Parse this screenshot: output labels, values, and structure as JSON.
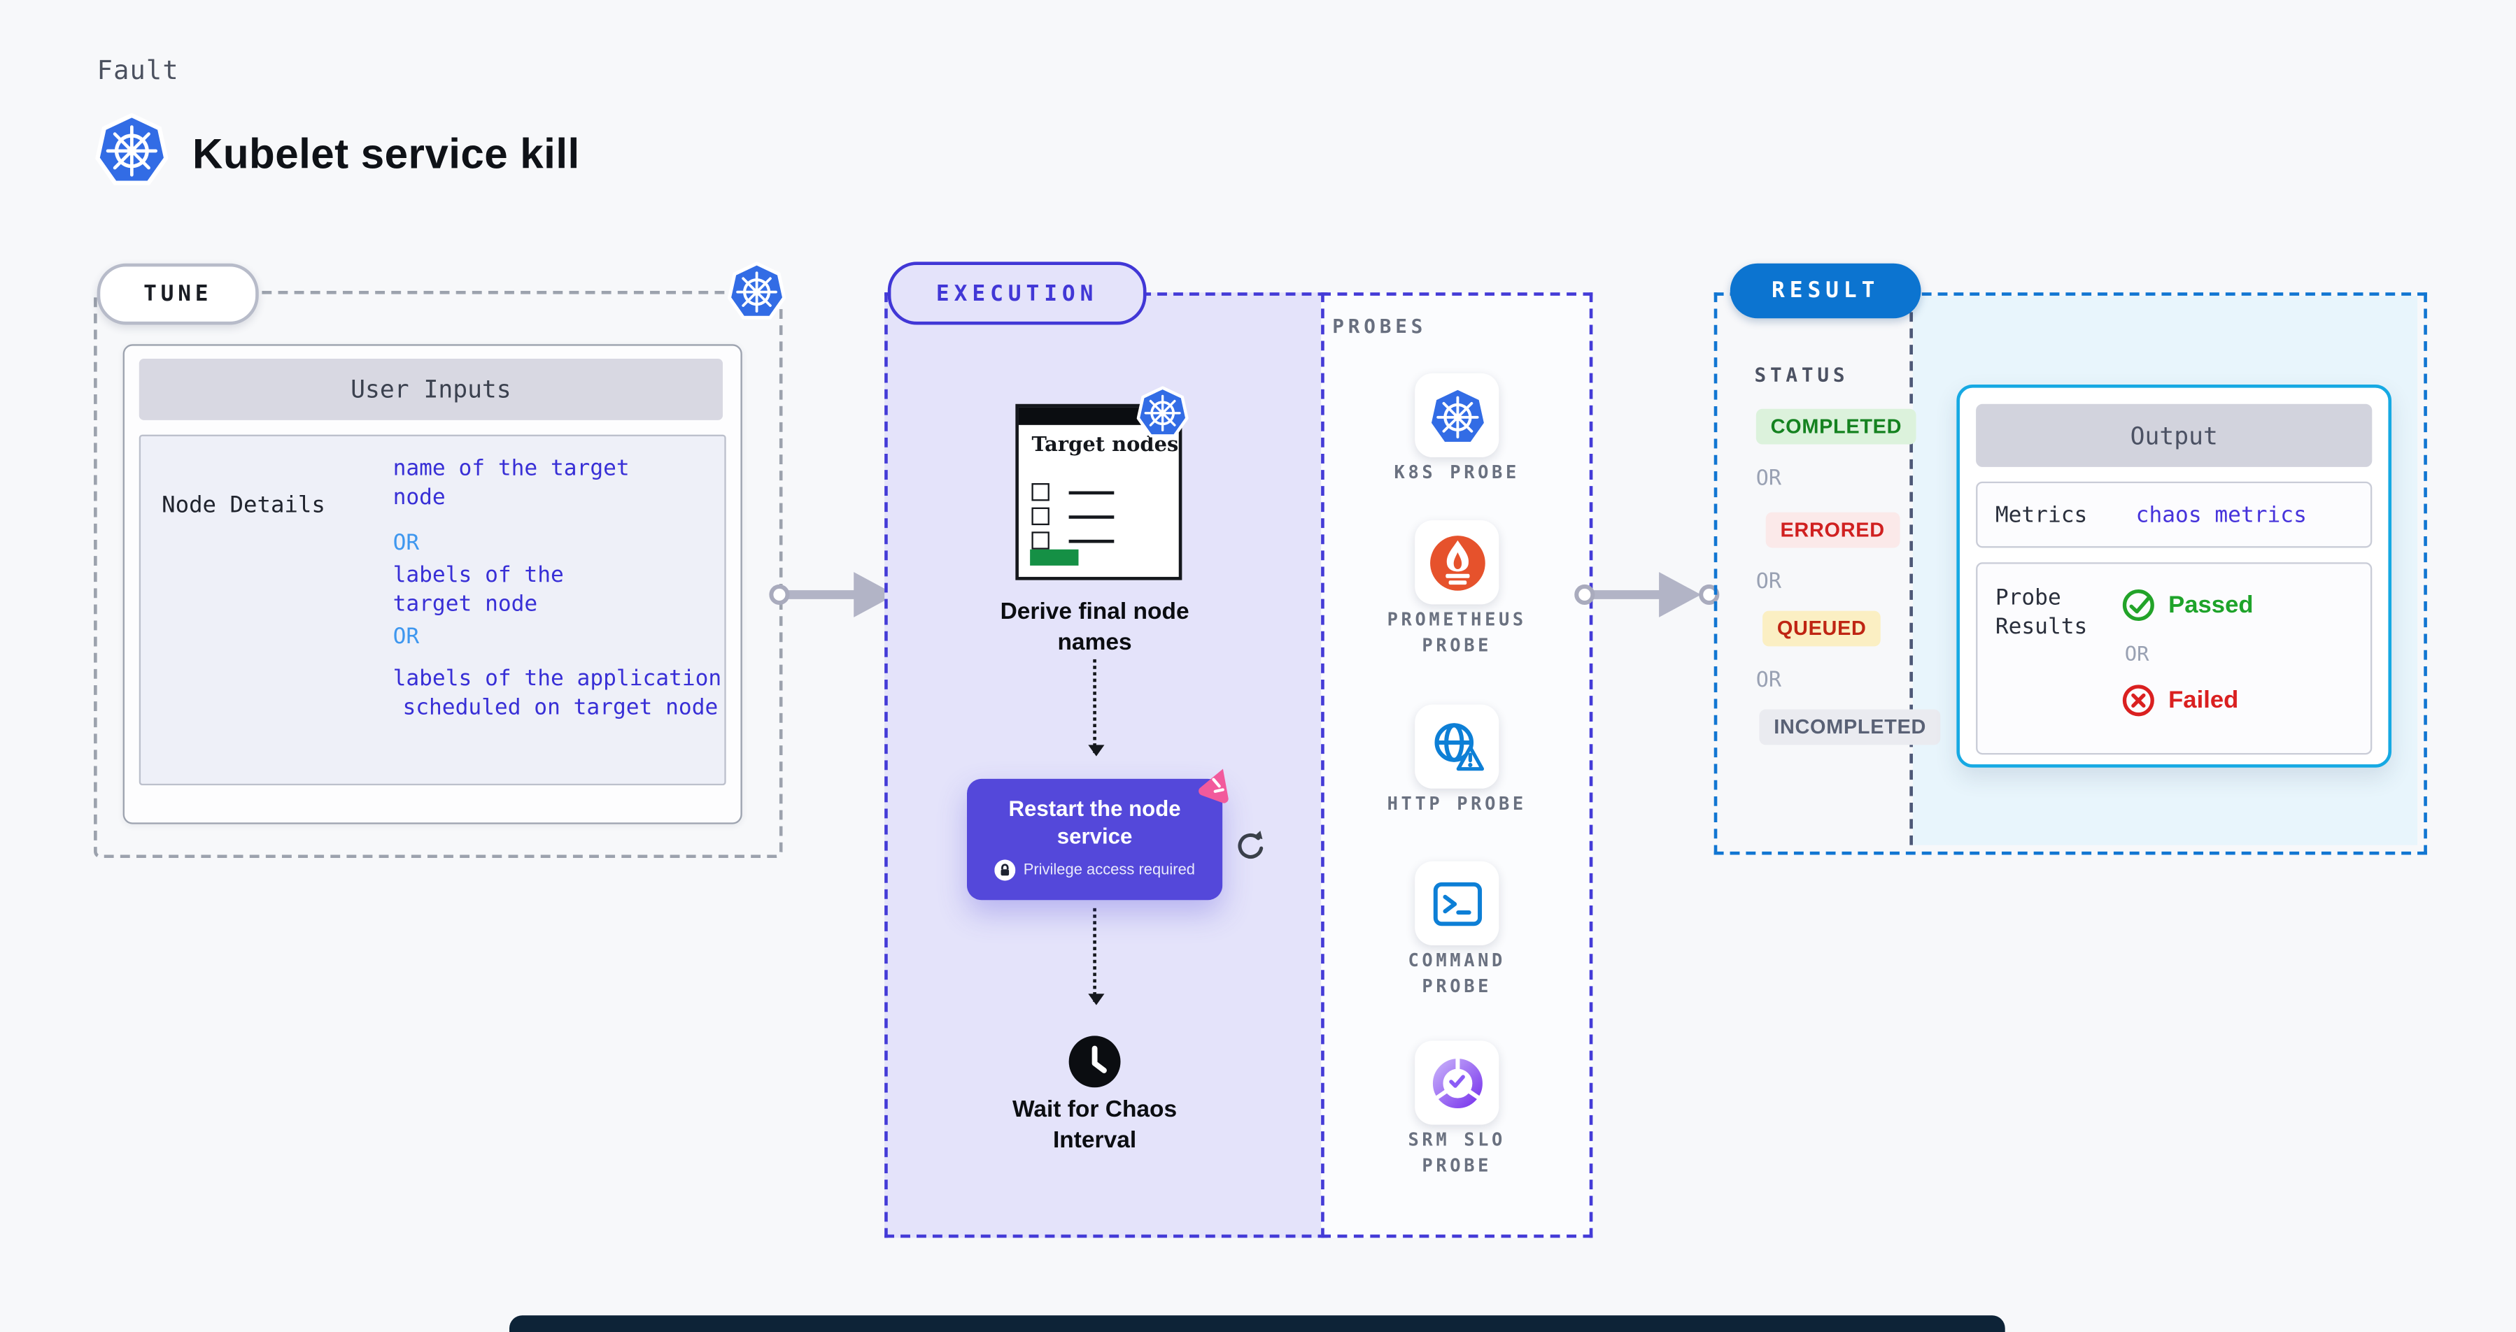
{
  "page": {
    "kicker": "Fault",
    "title": "Kubelet service kill"
  },
  "colors": {
    "background": "#f7f8fa",
    "kubernetes_blue": "#326CE5",
    "execution_fill": "#e4e3fa",
    "execution_border": "#443bd7",
    "result_border": "#1176d2",
    "result_fill": "#e8f5fc",
    "output_border": "#16a9e3",
    "restart_card": "#5448da",
    "value_blue": "#382fd6",
    "or_blue": "#3e97ef",
    "completed_green": "#158220",
    "errored_red": "#d02020",
    "queued_amber_bg": "#fbefc3",
    "prometheus_orange": "#e6522c",
    "probe_icon_blue": "#0d7fd6",
    "srm_purple": "#7c3aed",
    "passed_green": "#1ea32a",
    "failed_red": "#da2020"
  },
  "tune": {
    "badge": "TUNE",
    "user_inputs": {
      "header": "User Inputs",
      "rows": [
        {
          "label": "Node Details",
          "lines": [
            {
              "text": "name of the target",
              "kind": "value"
            },
            {
              "text": "node",
              "kind": "value"
            },
            {
              "text": "OR",
              "kind": "or"
            },
            {
              "text": "labels of the",
              "kind": "value"
            },
            {
              "text": "target node",
              "kind": "value"
            },
            {
              "text": "OR",
              "kind": "or"
            },
            {
              "text": "labels of the application",
              "kind": "value"
            },
            {
              "text": "scheduled on target node",
              "kind": "value"
            }
          ]
        }
      ]
    }
  },
  "execution": {
    "badge": "EXECUTION",
    "target_card_title": "Target nodes",
    "derive_label": "Derive final node names",
    "restart_title": "Restart the node service",
    "privilege_note": "Privilege access required",
    "wait_label": "Wait for Chaos Interval"
  },
  "probes": {
    "heading": "PROBES",
    "items": [
      {
        "label": "K8S PROBE",
        "icon": "kubernetes-icon"
      },
      {
        "label": "PROMETHEUS PROBE",
        "icon": "prometheus-icon"
      },
      {
        "label": "HTTP PROBE",
        "icon": "globe-warning-icon"
      },
      {
        "label": "COMMAND PROBE",
        "icon": "terminal-icon"
      },
      {
        "label": "SRM SLO PROBE",
        "icon": "slo-donut-check-icon"
      }
    ]
  },
  "result": {
    "badge": "RESULT",
    "status_heading": "STATUS",
    "or_label": "OR",
    "statuses": [
      {
        "label": "COMPLETED",
        "kind": "success"
      },
      {
        "label": "ERRORED",
        "kind": "error"
      },
      {
        "label": "QUEUED",
        "kind": "queued"
      },
      {
        "label": "INCOMPLETED",
        "kind": "neutral"
      }
    ],
    "output": {
      "header": "Output",
      "metrics_label": "Metrics",
      "metrics_value": "chaos metrics",
      "probe_results_label": "Probe Results",
      "passed_label": "Passed",
      "failed_label": "Failed"
    }
  }
}
